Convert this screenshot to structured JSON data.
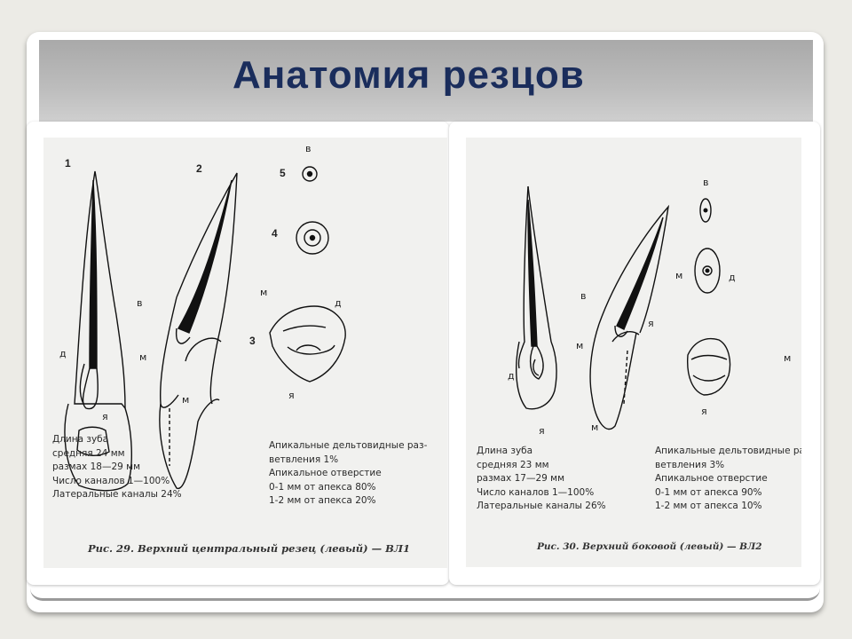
{
  "slide": {
    "title": "Анатомия резцов"
  },
  "figure29": {
    "labels": {
      "n1": "1",
      "n2": "2",
      "n3": "3",
      "n4": "4",
      "n5": "5",
      "v_top": "в",
      "v_mid": "в",
      "d_left": "д",
      "m_left": "м",
      "ya_left": "я",
      "m_right": "м",
      "m_mid": "м",
      "d_mid": "д",
      "ya_mid": "я"
    },
    "stats_left": [
      "Длина зуба",
      "средняя 24 мм",
      "размах 18—29 мм",
      "Число каналов 1—100%",
      "Латеральные каналы 24%"
    ],
    "stats_right": [
      "Апикальные дельтовидные раз-",
      "ветвления 1%",
      "Апикальное отверстие",
      "0-1 мм от апекса 80%",
      "1-2 мм от апекса 20%"
    ],
    "caption": "Рис. 29. Верхний центральный резец (левый) — ВЛ1"
  },
  "figure30": {
    "labels": {
      "v_top": "в",
      "v_mid": "в",
      "m_a": "м",
      "d_a": "д",
      "d_left": "д",
      "ya_left": "я",
      "m_left": "м",
      "m_bottom": "м",
      "ya_right": "я",
      "ya_mid": "я",
      "m_far": "м"
    },
    "stats_left": [
      "Длина зуба",
      "средняя 23 мм",
      "размах 17—29 мм",
      "Число каналов 1—100%",
      "Латеральные каналы 26%"
    ],
    "stats_right": [
      "Апикальные дельтовидные раз-",
      "ветвления 3%",
      "Апикальное отверстие",
      "0-1 мм от апекса 90%",
      "1-2 мм от апекса 10%"
    ],
    "caption": "Рис. 30. Верхний боковой (левый) — ВЛ2"
  }
}
